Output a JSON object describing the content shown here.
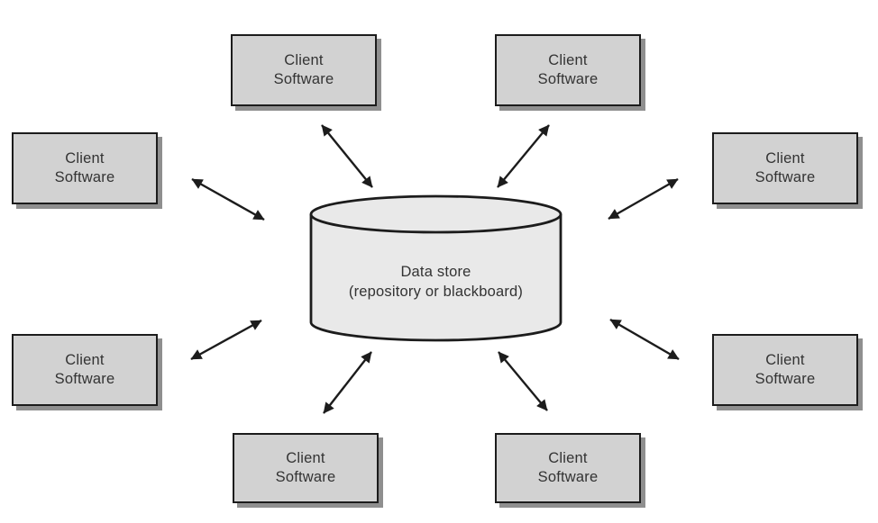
{
  "datastore": {
    "title": "Data store",
    "subtitle": "(repository or blackboard)"
  },
  "clients": [
    {
      "id": "top-left",
      "label": "Client\nSoftware"
    },
    {
      "id": "top-right",
      "label": "Client\nSoftware"
    },
    {
      "id": "middle-left",
      "label": "Client\nSoftware"
    },
    {
      "id": "middle-right",
      "label": "Client\nSoftware"
    },
    {
      "id": "lower-left",
      "label": "Client\nSoftware"
    },
    {
      "id": "lower-right",
      "label": "Client\nSoftware"
    },
    {
      "id": "bottom-left",
      "label": "Client\nSoftware"
    },
    {
      "id": "bottom-right",
      "label": "Client\nSoftware"
    }
  ],
  "connections": [
    {
      "from": "client-top-left",
      "to": "data-store",
      "bidirectional": true
    },
    {
      "from": "client-top-right",
      "to": "data-store",
      "bidirectional": true
    },
    {
      "from": "client-middle-left",
      "to": "data-store",
      "bidirectional": true
    },
    {
      "from": "client-middle-right",
      "to": "data-store",
      "bidirectional": true
    },
    {
      "from": "client-lower-left",
      "to": "data-store",
      "bidirectional": true
    },
    {
      "from": "client-lower-right",
      "to": "data-store",
      "bidirectional": true
    },
    {
      "from": "client-bottom-left",
      "to": "data-store",
      "bidirectional": true
    },
    {
      "from": "client-bottom-right",
      "to": "data-store",
      "bidirectional": true
    }
  ],
  "colors": {
    "box_fill": "#d2d2d2",
    "box_border": "#1c1c1c",
    "box_shadow": "#8f8f8f",
    "cylinder_fill": "#e9e9e9",
    "arrow_color": "#1c1c1c",
    "text_color": "#333333",
    "background": "#ffffff"
  }
}
